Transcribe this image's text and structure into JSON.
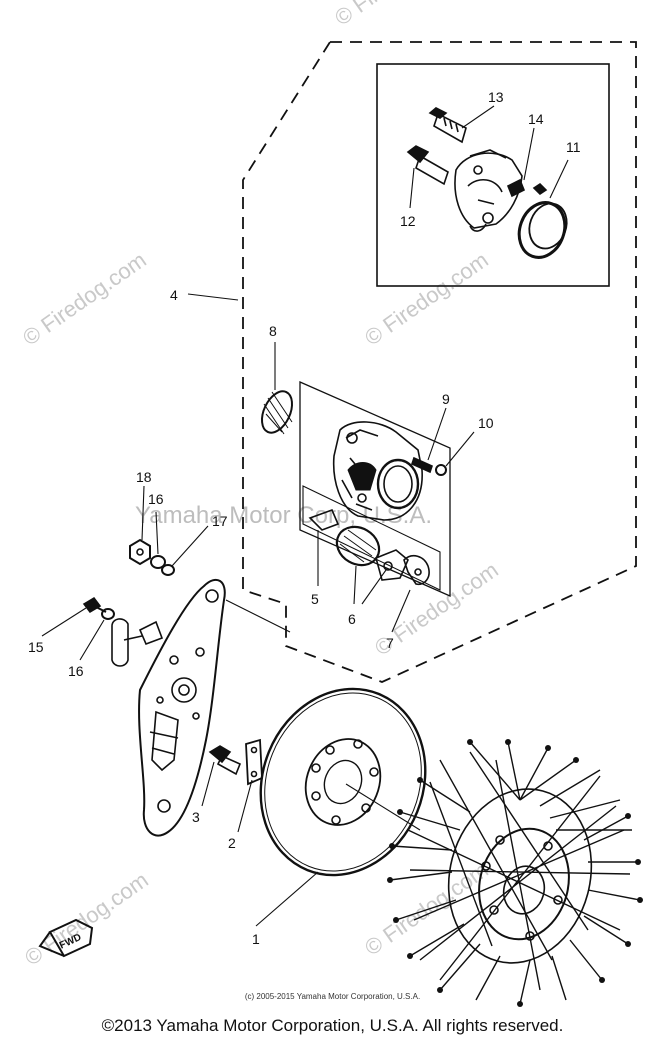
{
  "watermarks": {
    "site": "© Firedog.com",
    "center": "Yamaha Motor Corp, U.S.A."
  },
  "arrow_label": "FWD",
  "part_labels": {
    "p1": "1",
    "p2": "2",
    "p3": "3",
    "p4": "4",
    "p5": "5",
    "p6": "6",
    "p7": "7",
    "p8": "8",
    "p9": "9",
    "p10": "10",
    "p11": "11",
    "p12": "12",
    "p13": "13",
    "p14": "14",
    "p15": "15",
    "p16a": "16",
    "p16b": "16",
    "p17": "17",
    "p18": "18"
  },
  "copyright_small": "(c) 2005-2015 Yamaha Motor Corporation, U.S.A.",
  "copyright_main": "©2013 Yamaha Motor Corporation, U.S.A. All rights reserved."
}
